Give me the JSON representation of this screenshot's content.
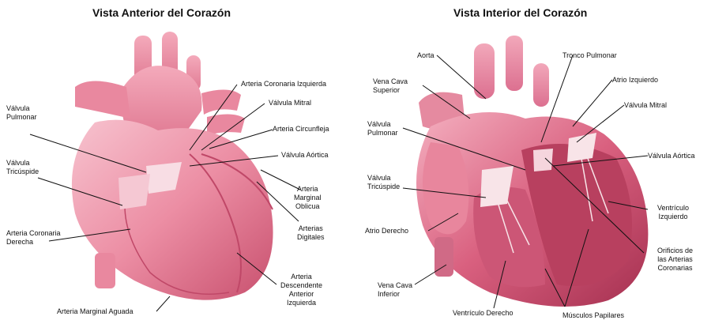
{
  "anterior": {
    "title": "Vista Anterior del Corazón",
    "labels": {
      "arteria_coronaria_izquierda": "Arteria Coronaria Izquierda",
      "valvula_mitral": "Válvula Mitral",
      "arteria_circunfleja": "Arteria Circunfleja",
      "valvula_aortica": "Válvula Aórtica",
      "arteria_marginal_oblicua": "Arteria\nMarginal\nOblicua",
      "arterias_digitales": "Arterias\nDigitales",
      "arteria_descendente": "Arteria\nDescendente\nAnterior\nIzquierda",
      "arteria_marginal_aguada": "Arteria Marginal Aguada",
      "valvula_pulmonar": "Válvula\nPulmonar",
      "valvula_tricuspide": "Válvula\nTricúspide",
      "arteria_coronaria_derecha": "Arteria Coronaria\nDerecha"
    }
  },
  "interior": {
    "title": "Vista Interior del Corazón",
    "labels": {
      "aorta": "Aorta",
      "tronco_pulmonar": "Tronco Pulmonar",
      "vena_cava_superior": "Vena Cava\nSuperior",
      "atrio_izquierdo": "Atrio Izquierdo",
      "valvula_mitral": "Válvula Mitral",
      "valvula_pulmonar": "Válvula\nPulmonar",
      "valvula_aortica": "Válvula Aórtica",
      "valvula_tricuspide": "Válvula\nTricúspide",
      "ventriculo_izquierdo": "Ventrículo\nIzquierdo",
      "atrio_derecho": "Atrio Derecho",
      "orificios": "Orificios de\nlas Arterias\nCoronarias",
      "vena_cava_inferior": "Vena Cava\nInferior",
      "ventriculo_derecho": "Ventrículo Derecho",
      "musculos_papilares": "Músculos Papilares"
    }
  },
  "colors": {
    "heart_light": "#f5b5c4",
    "heart_mid": "#e8748f",
    "heart_dark": "#b83a5a",
    "valve": "#f8e4e8",
    "leader": "#111111"
  }
}
